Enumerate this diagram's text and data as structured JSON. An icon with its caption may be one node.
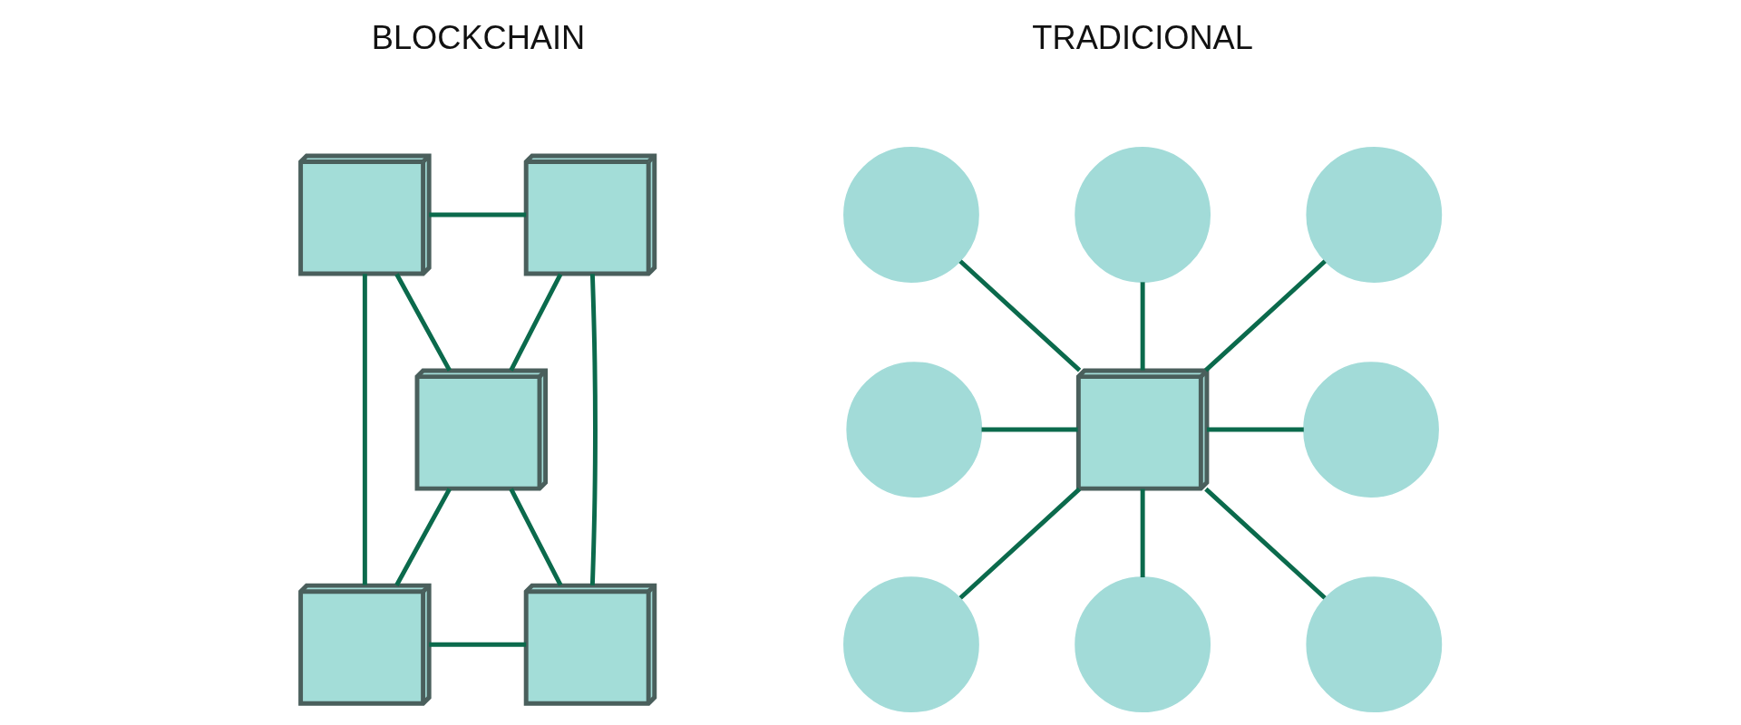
{
  "diagram": {
    "nodes": [
      {
        "text": [],
        "shape": "cube"
      },
      {
        "text": [],
        "shape": "cube"
      },
      {
        "text": [],
        "shape": "cube"
      },
      {
        "text": [],
        "shape": "cube"
      },
      {
        "text": [],
        "shape": "cube"
      },
      {
        "text": [],
        "shape": "circle"
      },
      {
        "text": [],
        "shape": "circle"
      },
      {
        "text": [],
        "shape": "circle"
      },
      {
        "text": [],
        "shape": "circle"
      },
      {
        "text": [],
        "shape": "cube"
      },
      {
        "text": [],
        "shape": "circle"
      },
      {
        "text": [],
        "shape": "circle"
      },
      {
        "text": [],
        "shape": "circle"
      },
      {
        "text": [],
        "shape": "circle"
      }
    ],
    "edges": [
      {
        "from": 0,
        "to": 1,
        "arrow": "none"
      },
      {
        "from": 0,
        "to": 2,
        "arrow": "none"
      },
      {
        "from": 1,
        "to": 2,
        "arrow": "none"
      },
      {
        "from": 0,
        "to": 3,
        "arrow": "none"
      },
      {
        "from": 1,
        "to": 4,
        "arrow": "none"
      },
      {
        "from": 2,
        "to": 3,
        "arrow": "none"
      },
      {
        "from": 2,
        "to": 4,
        "arrow": "none"
      },
      {
        "from": 3,
        "to": 4,
        "arrow": "none"
      },
      {
        "from": 5,
        "to": 9,
        "arrow": "none"
      },
      {
        "from": 6,
        "to": 9,
        "arrow": "none"
      },
      {
        "from": 7,
        "to": 9,
        "arrow": "none"
      },
      {
        "from": 8,
        "to": 9,
        "arrow": "none"
      },
      {
        "from": 9,
        "to": 10,
        "arrow": "none"
      },
      {
        "from": 9,
        "to": 11,
        "arrow": "none"
      },
      {
        "from": 9,
        "to": 12,
        "arrow": "none"
      },
      {
        "from": 9,
        "to": 13,
        "arrow": "none"
      }
    ],
    "labels": [
      "BLOCKCHAIN",
      "TRADICIONAL"
    ]
  }
}
